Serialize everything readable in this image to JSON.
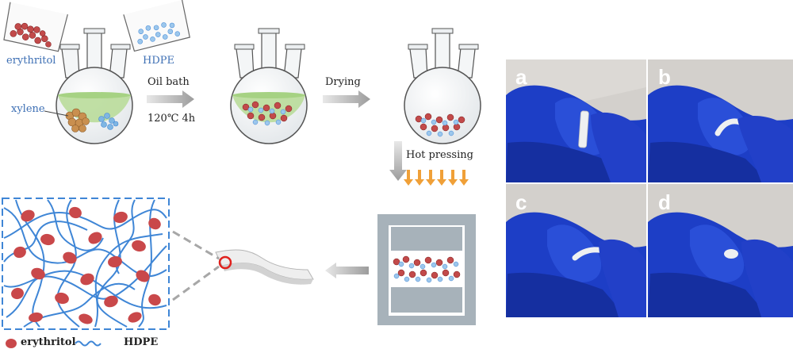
{
  "labels": {
    "erythritol": "erythritol",
    "hdpe": "HDPE",
    "xylene": "xylene",
    "oil_bath": "Oil bath",
    "conditions": "120℃ 4h",
    "drying": "Drying",
    "hot_pressing": "Hot pressing"
  },
  "legend": {
    "erythritol": "erythritol",
    "hdpe": "HDPE"
  },
  "photos": [
    {
      "letter": "a"
    },
    {
      "letter": "b"
    },
    {
      "letter": "c"
    },
    {
      "letter": "d"
    }
  ],
  "colors": {
    "erythritol_red": "#c24a4a",
    "hdpe_blue": "#3f86d6",
    "solution_green": "#b9dc9a",
    "glove_blue": "#1d3ec6",
    "press_gray": "#a7b2ba",
    "arrow_orange": "#f0a038",
    "highlight_red": "#e0211d"
  }
}
